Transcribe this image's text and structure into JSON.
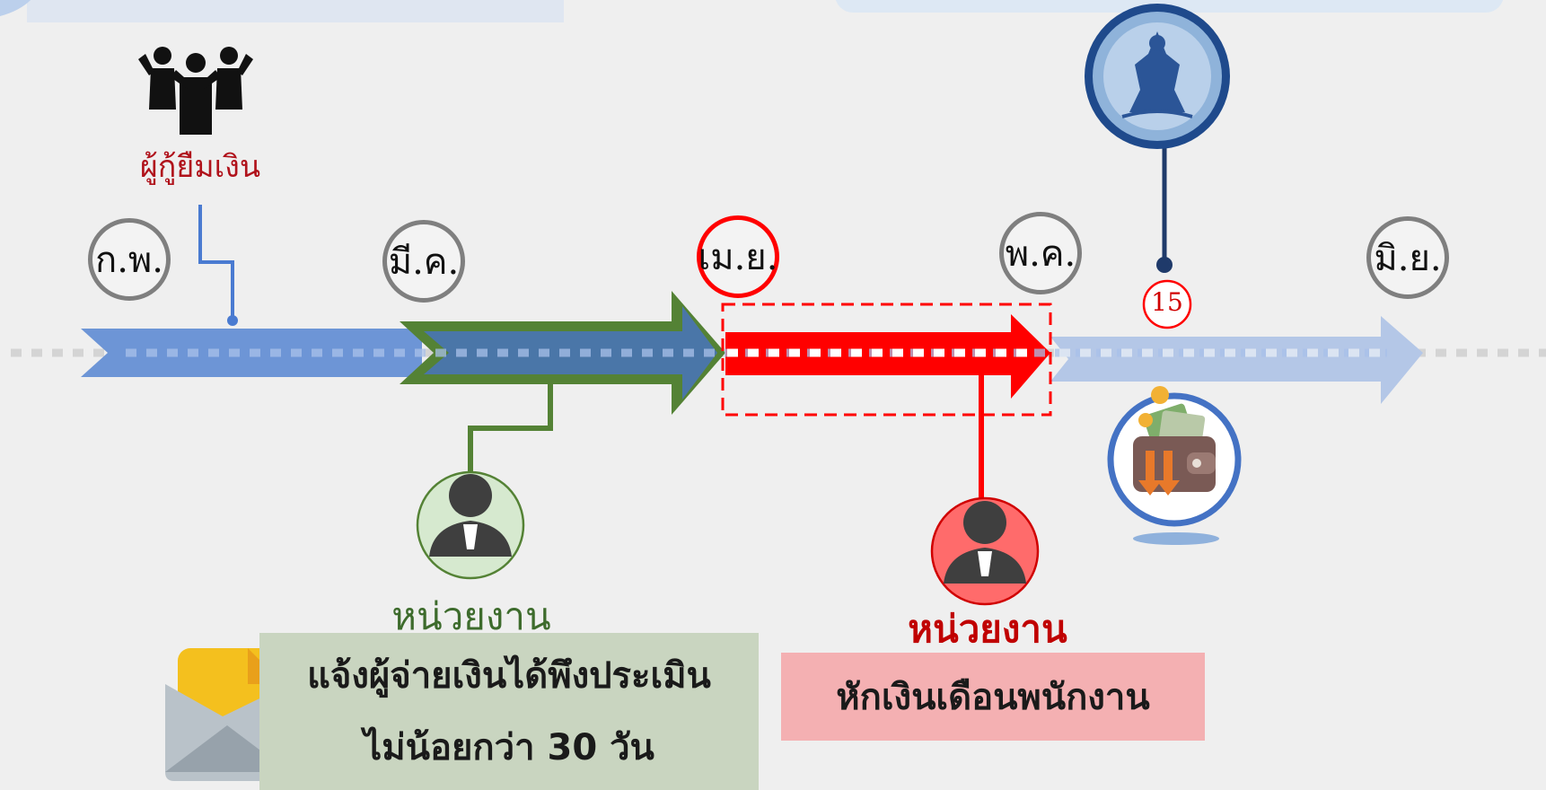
{
  "borrower": {
    "label": "ผู้กู้ยืมเงิน",
    "icon": "group-people-icon"
  },
  "months": [
    {
      "label": "ก.พ."
    },
    {
      "label": "มี.ค."
    },
    {
      "label": "เม.ย."
    },
    {
      "label": "พ.ค."
    },
    {
      "label": "มิ.ย."
    }
  ],
  "deadline_day": "15",
  "agency_notify": {
    "label": "หน่วยงาน",
    "line1": "แจ้งผู้จ่ายเงินได้พึงประเมิน",
    "line2": "ไม่น้อยกว่า 30 วัน"
  },
  "agency_deduct": {
    "label": "หน่วยงาน",
    "text": "หักเงินเดือนพนักงาน"
  },
  "icons": {
    "seal": "revenue-department-seal-icon",
    "wallet": "wallet-icon",
    "envelope": "envelope-icon",
    "person_green": "person-icon",
    "person_red": "person-icon"
  },
  "colors": {
    "blue_arrow": "#6d95d6",
    "green_arrow": "#548235",
    "red_arrow": "#ff0000",
    "light_arrow": "#b4c7e7",
    "agency_green_text": "#3d6b2c",
    "agency_red_text": "#c00000",
    "green_box": "#c9d5c0",
    "red_box": "#f4b0b2"
  }
}
